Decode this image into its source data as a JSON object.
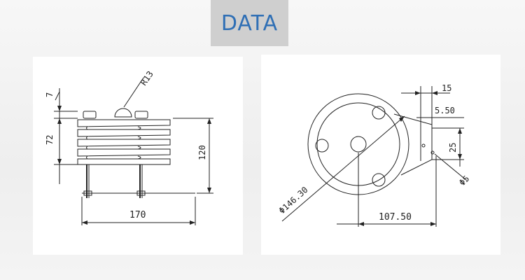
{
  "header": {
    "title": "DATA"
  },
  "side_view": {
    "dims": {
      "top_gap": "7",
      "shield_height": "72",
      "total_height": "120",
      "width": "170",
      "radius": "R13"
    }
  },
  "top_view": {
    "dims": {
      "diameter": "Φ146.30",
      "span": "107.50",
      "tab": "15",
      "offset": "5.50",
      "hole_spacing": "25",
      "hole_dia": "Φ5"
    }
  }
}
